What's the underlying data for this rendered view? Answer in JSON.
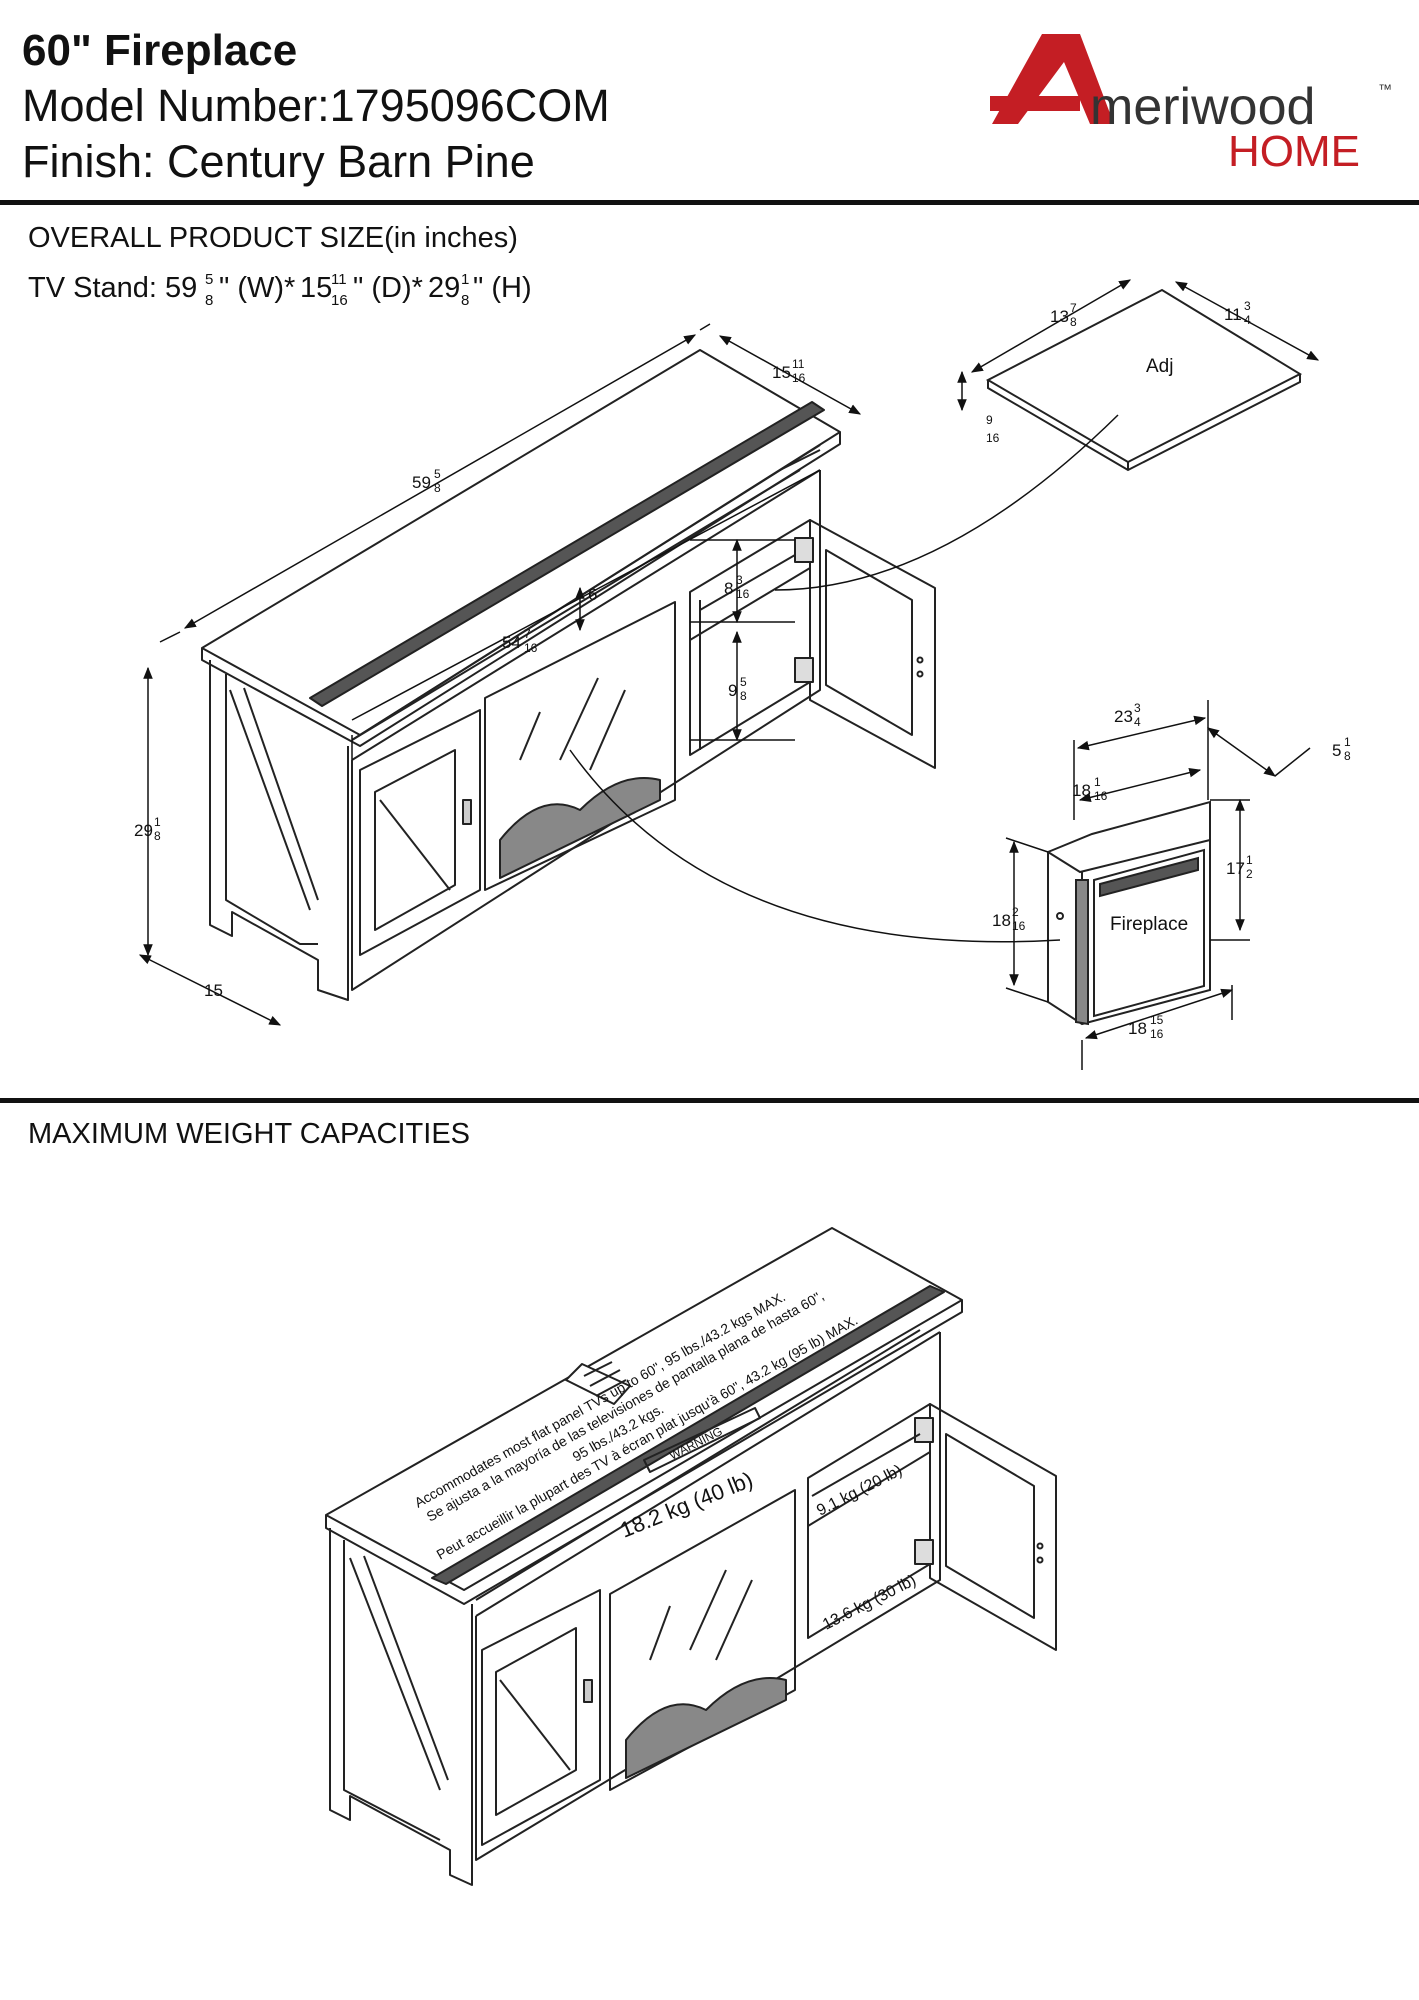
{
  "header": {
    "title": "60\" Fireplace",
    "model": "Model Number:1795096COM",
    "finish": "Finish: Century Barn Pine"
  },
  "logo": {
    "letter": "A",
    "rest": "meriwood",
    "sub": "HOME",
    "tm": "™",
    "red": "#c41e24",
    "gray": "#333333"
  },
  "size_section": {
    "title": "OVERALL PRODUCT SIZE(in inches)",
    "stand": {
      "prefix": "TV Stand: ",
      "w_whole": "59",
      "w_num": "5",
      "w_den": "8",
      "w_unit": "\" (W)*",
      "d_whole": "15",
      "d_num": "11",
      "d_den": "16",
      "d_unit": "\" (D)*",
      "h_whole": "29",
      "h_num": "1",
      "h_den": "8",
      "h_unit": "\" (H)"
    }
  },
  "dims": {
    "width": {
      "w": "59",
      "n": "5",
      "d": "8"
    },
    "depth": {
      "w": "15",
      "n": "11",
      "d": "16"
    },
    "height": {
      "w": "29",
      "n": "1",
      "d": "8"
    },
    "base": {
      "w": "15"
    },
    "inner": {
      "w": "54",
      "n": "7",
      "d": "16"
    },
    "rail": {
      "w": "6"
    },
    "upper": {
      "w": "8",
      "n": "3",
      "d": "16"
    },
    "lower": {
      "w": "9",
      "n": "5",
      "d": "8"
    },
    "shelf_w": {
      "w": "13",
      "n": "7",
      "d": "8"
    },
    "shelf_d": {
      "w": "11",
      "n": "3",
      "d": "4"
    },
    "shelf_t": {
      "n": "9",
      "d": "16"
    },
    "fp_w": {
      "w": "23",
      "n": "3",
      "d": "4"
    },
    "fp_d": {
      "w": "5",
      "n": "1",
      "d": "8"
    },
    "fp_iw": {
      "w": "18",
      "n": "1",
      "d": "16"
    },
    "fp_h": {
      "w": "17",
      "n": "1",
      "d": "2"
    },
    "fp_ih": {
      "w": "18",
      "n": "2",
      "d": "16"
    },
    "fp_bw": {
      "w": "18",
      "n": "15",
      "d": "16"
    }
  },
  "labels": {
    "adj": "Adj",
    "fireplace": "Fireplace"
  },
  "weight_section": {
    "title": "MAXIMUM WEIGHT CAPACITIES",
    "top_load": "18.2 kg (40 lb)",
    "shelf_load": "9.1 kg (20 lb)",
    "bottom_load": "13.6 kg (30 lb)",
    "warning": "WARNING",
    "warn_en": "Accommodates most flat panel TVs up to 60\", 95 lbs./43.2 kgs MAX.",
    "warn_es_1": "Se ajusta a la mayoría de las televisiones de pantalla plana de hasta 60\",",
    "warn_es_2": "95 lbs./43.2 kgs.",
    "warn_fr": "Peut accueillir la plupart des TV à écran plat jusqu'à 60\", 43.2 kg (95 lb) MAX."
  }
}
